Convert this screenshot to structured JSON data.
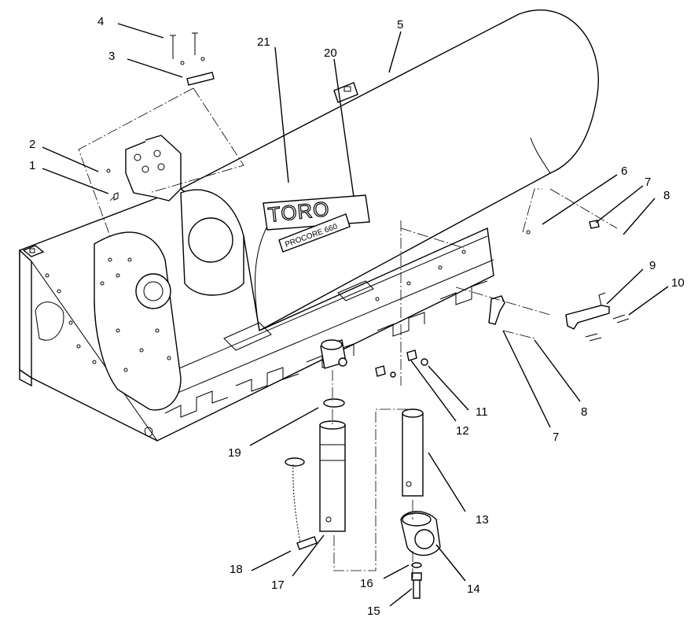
{
  "callouts": {
    "c1": "1",
    "c2": "2",
    "c3": "3",
    "c4": "4",
    "c5": "5",
    "c6": "6",
    "c7a": "7",
    "c7b": "7",
    "c8a": "8",
    "c8b": "8",
    "c9": "9",
    "c10": "10",
    "c11": "11",
    "c12": "12",
    "c13": "13",
    "c14": "14",
    "c15": "15",
    "c16": "16",
    "c17": "17",
    "c18": "18",
    "c19": "19",
    "c20": "20",
    "c21": "21"
  },
  "decal": {
    "brand": "TORO",
    "model": "PROCORE 660"
  }
}
